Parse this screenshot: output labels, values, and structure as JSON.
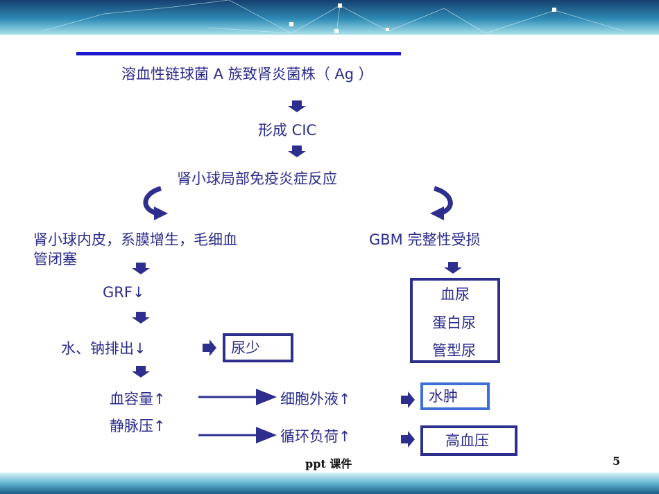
{
  "diagram": {
    "nodes": {
      "strep": "溶血性链球菌 A 族致肾炎菌株（ Ag ）",
      "cic": "形成 CIC",
      "glom_reaction": "肾小球局部免疫炎症反应",
      "left_branch_line1": "肾小球内皮，系膜增生，毛细血",
      "left_branch_line2": "管闭塞",
      "right_branch": "GBM 完整性受损",
      "grf": "GRF↓",
      "water_sodium": "水、钠排出↓",
      "oliguria": "尿少",
      "blood_volume": "血容量↑",
      "venous_pressure": "静脉压↑",
      "ecf": "细胞外液↑",
      "circ_load": "循环负荷↑",
      "edema": "水肿",
      "hypertension": "高血压",
      "hematuria": "血尿",
      "proteinuria": "蛋白尿",
      "cast_urine": "管型尿"
    }
  },
  "footer": {
    "text": "ppt 课件",
    "page": "5"
  },
  "colors": {
    "text": "#2b2b8c",
    "arrow": "#2e2e8e",
    "box_border": "#2e2e8e",
    "edema_box_border": "#3d6fd6",
    "title_bar": "#1a1acc",
    "header_top": "#1b4f8c",
    "header_bottom": "#7fd0e0"
  }
}
